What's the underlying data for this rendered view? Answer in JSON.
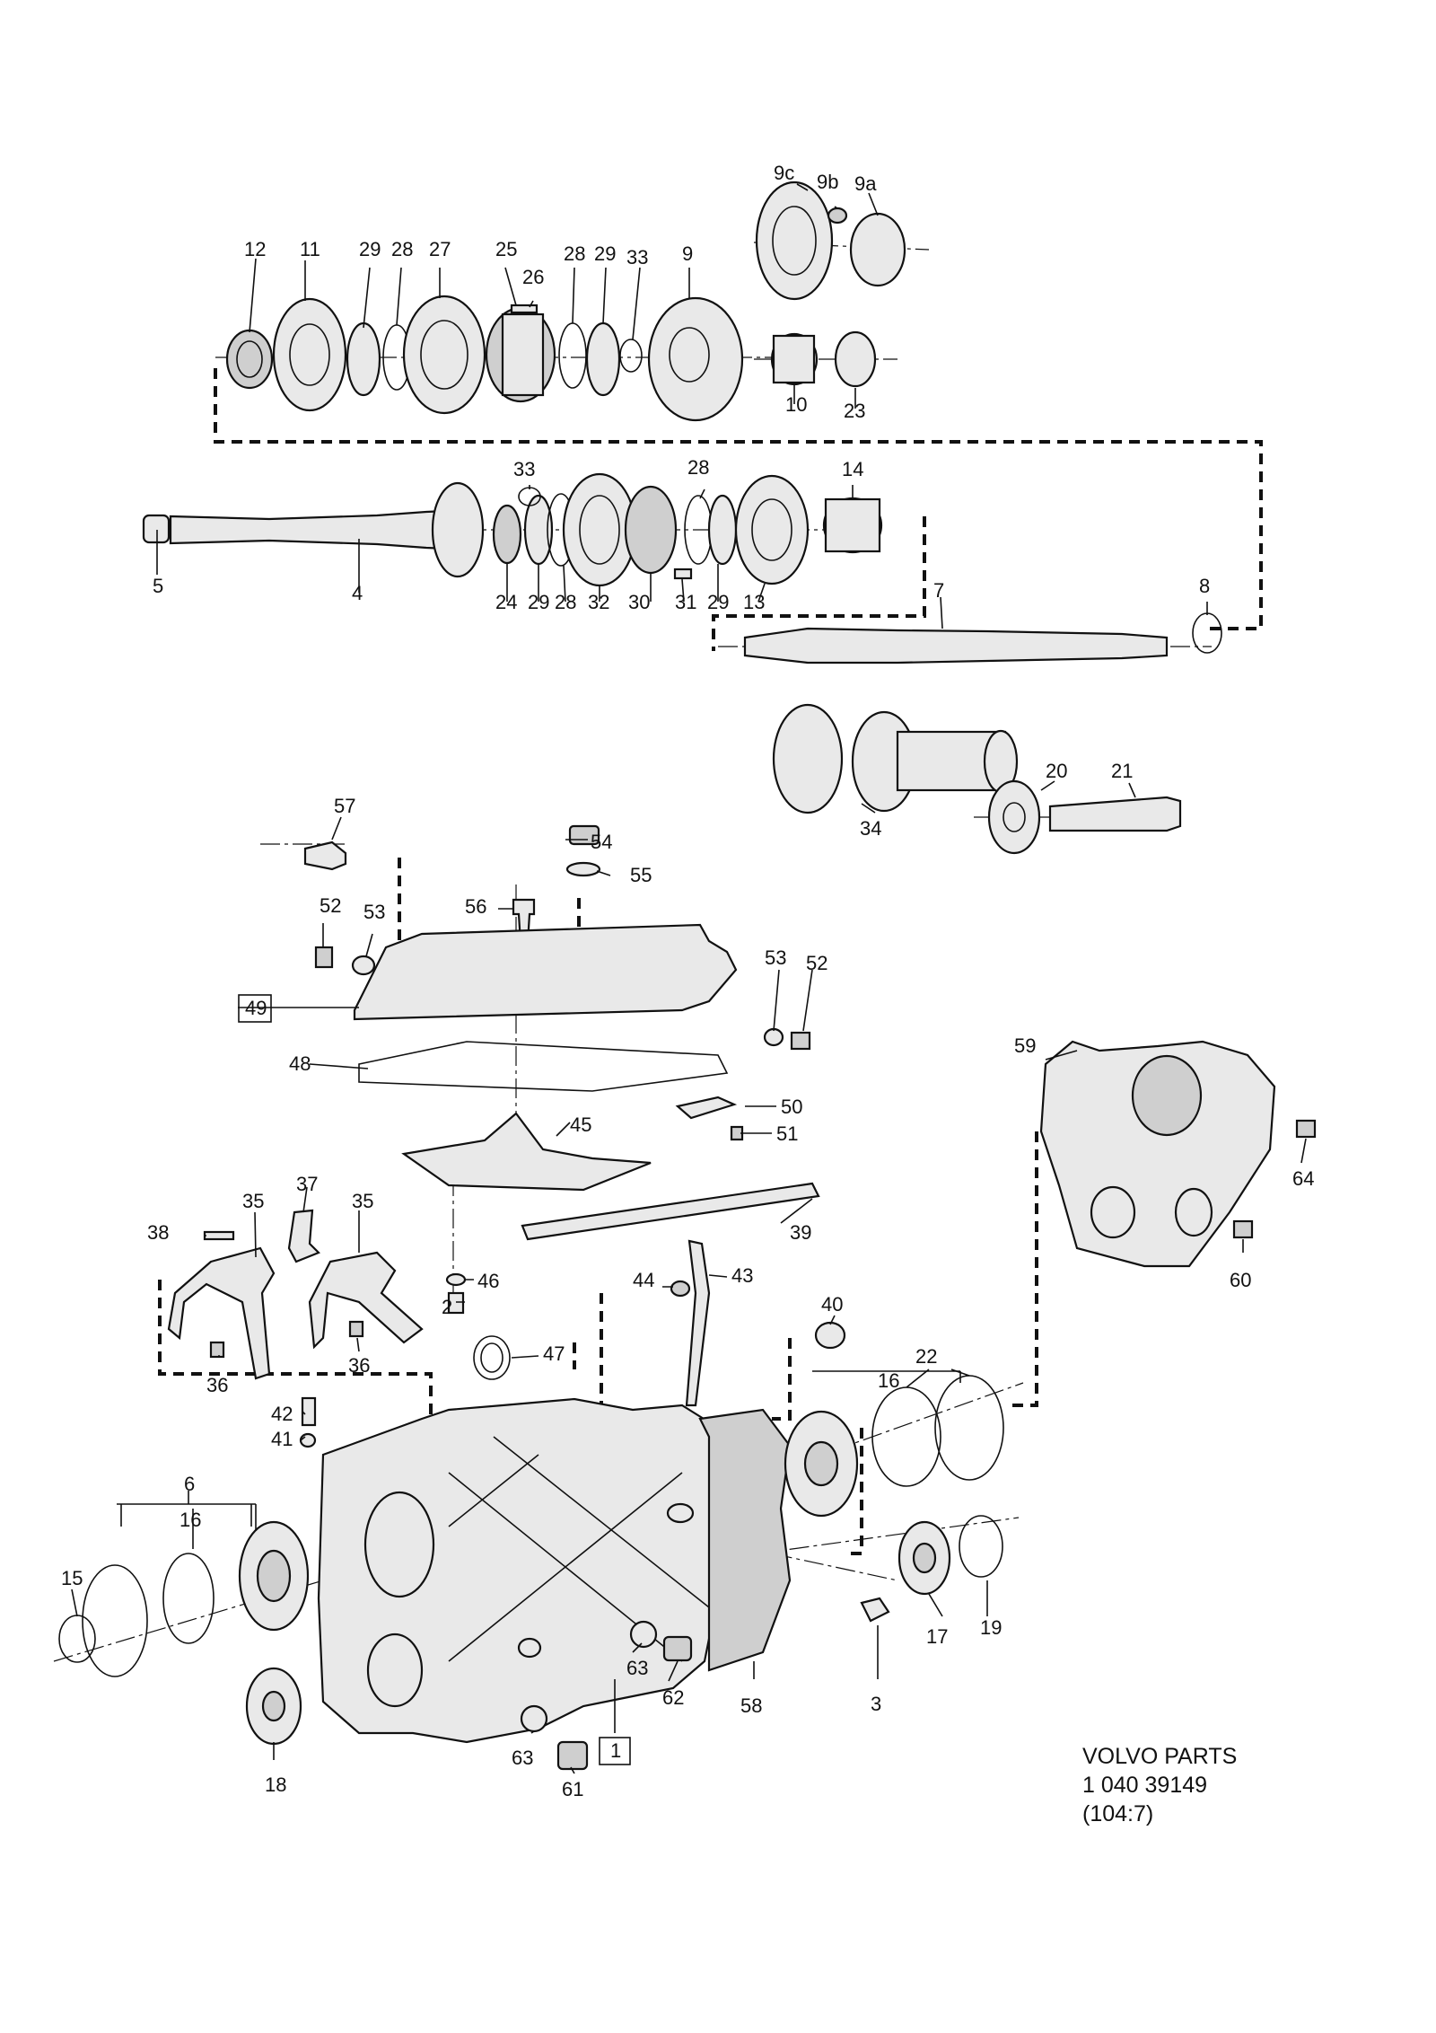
{
  "caption": {
    "line1": "VOLVO PARTS",
    "line2": "1 040 39149",
    "line3": "(104:7)"
  },
  "labels": [
    "12",
    "11",
    "29",
    "28",
    "27",
    "25",
    "26",
    "28",
    "29",
    "33",
    "9",
    "9c",
    "9b",
    "9a",
    "10",
    "23",
    "33",
    "28",
    "14",
    "5",
    "4",
    "24",
    "29",
    "28",
    "32",
    "30",
    "31",
    "29",
    "13",
    "7",
    "8",
    "20",
    "21",
    "34",
    "57",
    "54",
    "55",
    "56",
    "52",
    "53",
    "49",
    "53",
    "52",
    "48",
    "50",
    "51",
    "45",
    "59",
    "64",
    "60",
    "37",
    "35",
    "35",
    "38",
    "39",
    "46",
    "2",
    "44",
    "43",
    "40",
    "47",
    "36",
    "36",
    "42",
    "41",
    "22",
    "16",
    "6",
    "16",
    "15",
    "18",
    "17",
    "19",
    "3",
    "58",
    "63",
    "62",
    "63",
    "61",
    "1"
  ]
}
